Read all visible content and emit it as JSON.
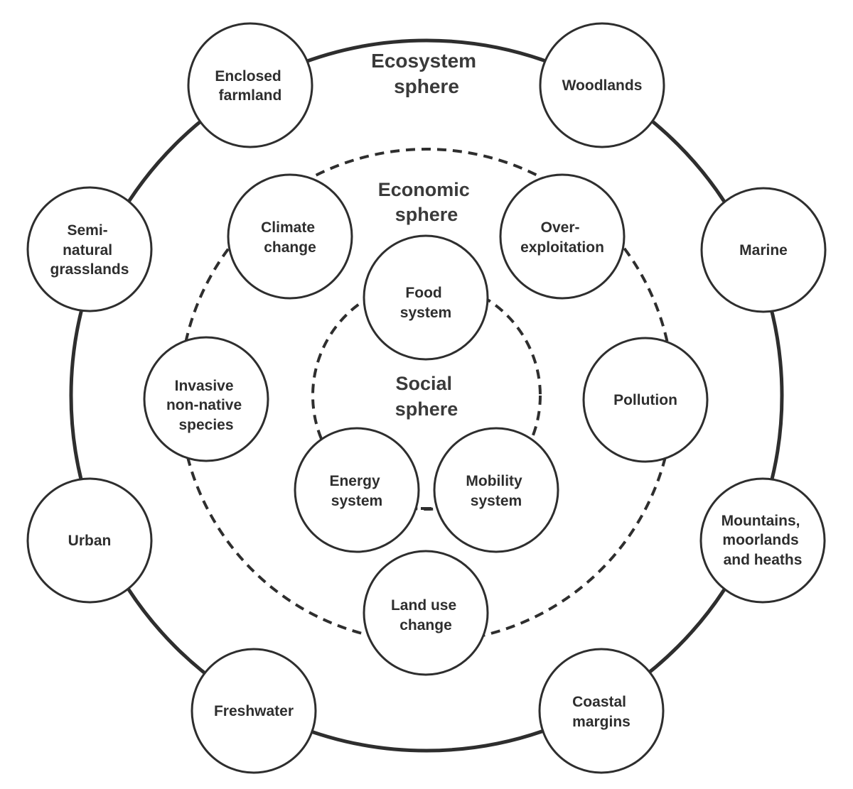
{
  "titles": {
    "ecosystem": [
      "Ecosystem",
      "sphere"
    ],
    "economic": [
      "Economic",
      "sphere"
    ],
    "social": [
      "Social",
      "sphere"
    ]
  },
  "ecosystem_nodes": [
    [
      "Enclosed",
      "farmland"
    ],
    [
      "Woodlands"
    ],
    [
      "Marine"
    ],
    [
      "Mountains,",
      "moorlands",
      "and heaths"
    ],
    [
      "Coastal",
      "margins"
    ],
    [
      "Freshwater"
    ],
    [
      "Urban"
    ],
    [
      "Semi-",
      "natural",
      "grasslands"
    ]
  ],
  "economic_nodes": [
    [
      "Climate",
      "change"
    ],
    [
      "Over-",
      "exploitation"
    ],
    [
      "Pollution"
    ],
    [
      "Land use",
      "change"
    ],
    [
      "Invasive",
      "non-native",
      "species"
    ]
  ],
  "social_nodes": [
    [
      "Food",
      "system"
    ],
    [
      "Energy",
      "system"
    ],
    [
      "Mobility",
      "system"
    ]
  ]
}
